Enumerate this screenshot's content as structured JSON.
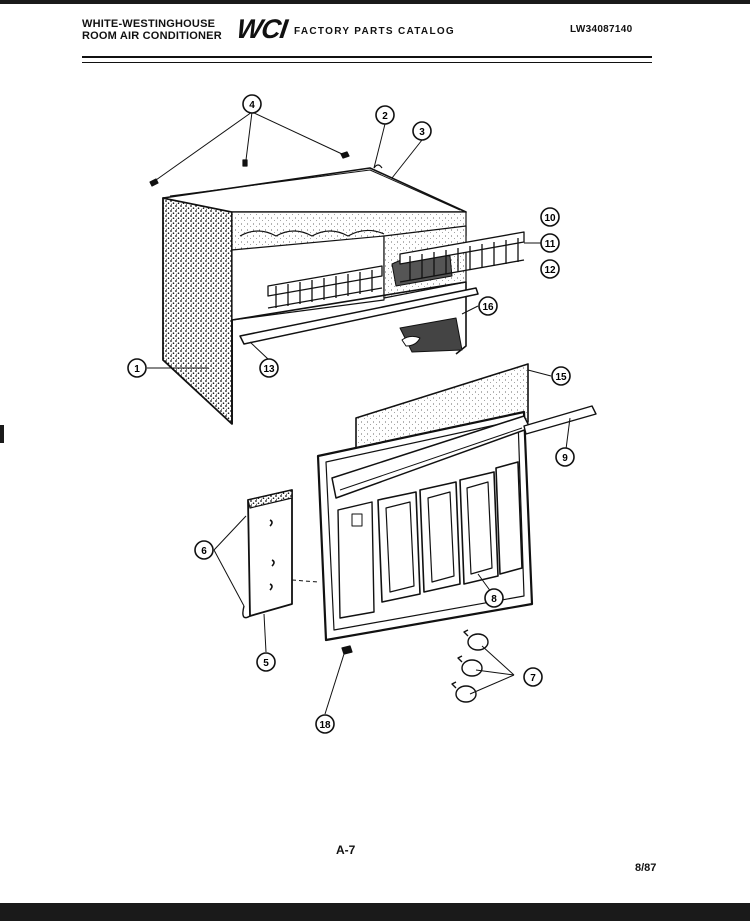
{
  "header": {
    "brand_line1": "WHITE-WESTINGHOUSE",
    "brand_line2": "ROOM AIR CONDITIONER",
    "logo": "WCI",
    "catalog_title": "FACTORY PARTS CATALOG",
    "catalog_number": "LW34087140"
  },
  "footer": {
    "page_ref": "A-7",
    "date_code": "8/87"
  },
  "callouts": [
    "1",
    "2",
    "3",
    "4",
    "5",
    "6",
    "7",
    "8",
    "9",
    "10",
    "11",
    "12",
    "13",
    "15",
    "16",
    "18"
  ],
  "colors": {
    "ink": "#111111",
    "paper": "#ffffff"
  }
}
